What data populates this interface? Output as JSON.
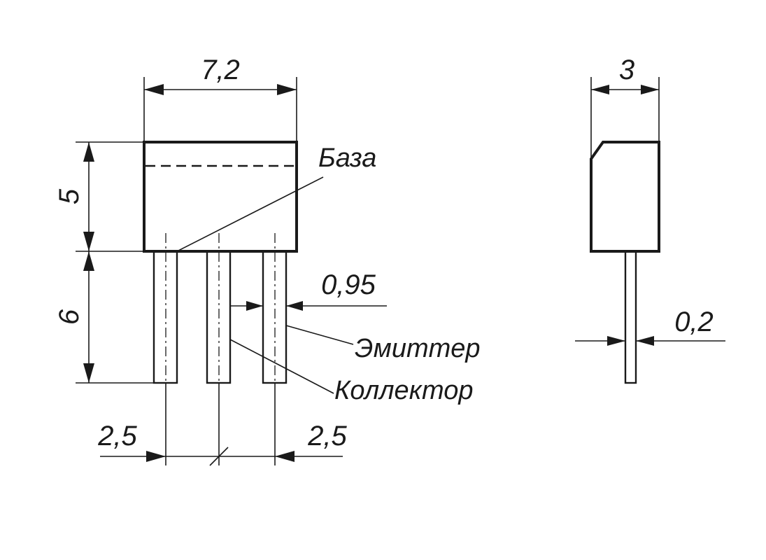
{
  "dimensions": {
    "width_front": "7,2",
    "width_side": "3",
    "body_height": "5",
    "lead_length": "6",
    "lead_width": "0,95",
    "lead_thickness": "0,2",
    "pitch_left": "2,5",
    "pitch_right": "2,5"
  },
  "pins": {
    "base": "База",
    "emitter": "Эмиттер",
    "collector": "Коллектор"
  },
  "colors": {
    "ink": "#1a1a1a",
    "background": "#ffffff"
  }
}
